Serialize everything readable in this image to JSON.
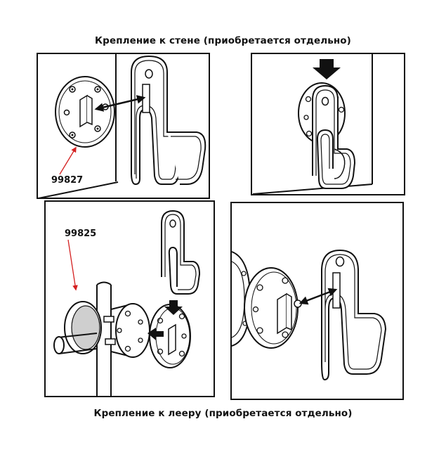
{
  "headings": {
    "wall_mount": "Крепление к стене (приобретается отдельно)",
    "rail_mount": "Крепление к лееру (приобретается отдельно)"
  },
  "callouts": {
    "wall_plate_part": "99827",
    "rail_clamp_part": "99825"
  },
  "colors": {
    "line": "#111111",
    "fill": "#ffffff",
    "leader": "#d42020",
    "shade": "#cfcfcf"
  },
  "icons": {
    "push_arrow": "down-arrow-icon",
    "slide_arrow": "left-arrow-icon",
    "fit_arrow": "double-arrow-icon"
  }
}
